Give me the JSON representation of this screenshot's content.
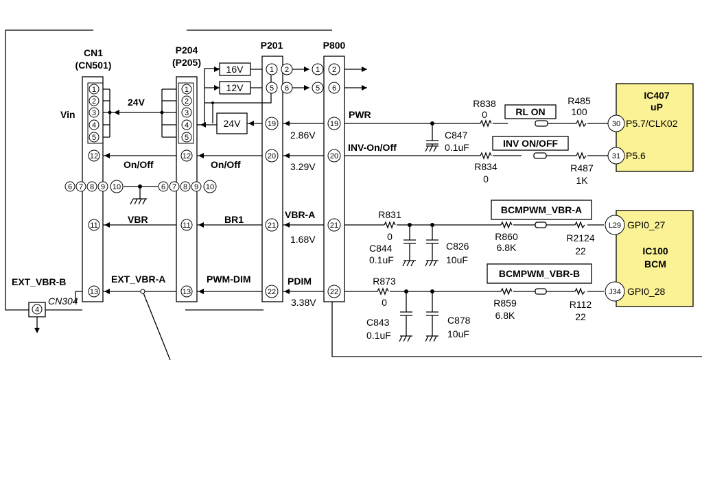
{
  "connectors": {
    "cn1": "CN1",
    "cn501": "(CN501)",
    "p204": "P204",
    "p205": "(P205)",
    "p201": "P201",
    "p800": "P800",
    "cn304": "CN304"
  },
  "signals": {
    "vin": "Vin",
    "v24": "24V",
    "onoff": "On/Off",
    "vbr": "VBR",
    "br1": "BR1",
    "vbr_a": "VBR-A",
    "pwr": "PWR",
    "inv_onoff": "INV-On/Off",
    "ext_vbr_b": "EXT_VBR-B",
    "ext_vbr_a": "EXT_VBR-A",
    "pwm_dim": "PWM-DIM",
    "pdim": "PDIM"
  },
  "voltages": {
    "v286": "2.86V",
    "v329": "3.29V",
    "v168": "1.68V",
    "v338": "3.38V"
  },
  "regulators": [
    "16V",
    "12V",
    "24V"
  ],
  "labels": {
    "rl_on": "RL ON",
    "inv_on_off": "INV ON/OFF",
    "bcmpwm_a": "BCMPWM_VBR-A",
    "bcmpwm_b": "BCMPWM_VBR-B"
  },
  "components": {
    "r838": {
      "ref": "R838",
      "val": "0"
    },
    "r485": {
      "ref": "R485",
      "val": "100"
    },
    "r834": {
      "ref": "R834",
      "val": "0"
    },
    "r487": {
      "ref": "R487",
      "val": "1K"
    },
    "c847": {
      "ref": "C847",
      "val": "0.1uF"
    },
    "r831": {
      "ref": "R831",
      "val": "0"
    },
    "c844": {
      "ref": "C844",
      "val": "0.1uF"
    },
    "c826": {
      "ref": "C826",
      "val": "10uF"
    },
    "r860": {
      "ref": "R860",
      "val": "6.8K"
    },
    "r2124": {
      "ref": "R2124",
      "val": "22"
    },
    "r873": {
      "ref": "R873",
      "val": "0"
    },
    "c843": {
      "ref": "C843",
      "val": "0.1uF"
    },
    "c878": {
      "ref": "C878",
      "val": "10uF"
    },
    "r859": {
      "ref": "R859",
      "val": "6.8K"
    },
    "r112": {
      "ref": "R112",
      "val": "22"
    }
  },
  "ics": {
    "ic407": {
      "name": "IC407",
      "sub": "uP",
      "pin30": "30",
      "pin30_label": "P5.7/CLK02",
      "pin31": "31",
      "pin31_label": "P5.6"
    },
    "ic100": {
      "name": "IC100",
      "sub": "BCM",
      "pinL29": "L29",
      "pinL29_label": "GPI0_27",
      "pinJ34": "J34",
      "pinJ34_label": "GPI0_28"
    }
  },
  "pins": {
    "cn1_left": [
      "1",
      "2",
      "3",
      "4",
      "5",
      "12",
      "11",
      "13"
    ],
    "p204": [
      "1",
      "2",
      "3",
      "4",
      "5",
      "12",
      "11",
      "13"
    ],
    "row_a": [
      "6",
      "7",
      "8",
      "9",
      "10"
    ],
    "row_b": [
      "6",
      "7",
      "8",
      "9",
      "10"
    ],
    "p201": [
      "1",
      "5",
      "19",
      "20",
      "21",
      "22"
    ],
    "p201_in": [
      "2",
      "6"
    ],
    "p800": [
      "2",
      "6",
      "19",
      "20",
      "21",
      "22"
    ],
    "p800_in": [
      "1",
      "5"
    ],
    "cn304": "4"
  }
}
